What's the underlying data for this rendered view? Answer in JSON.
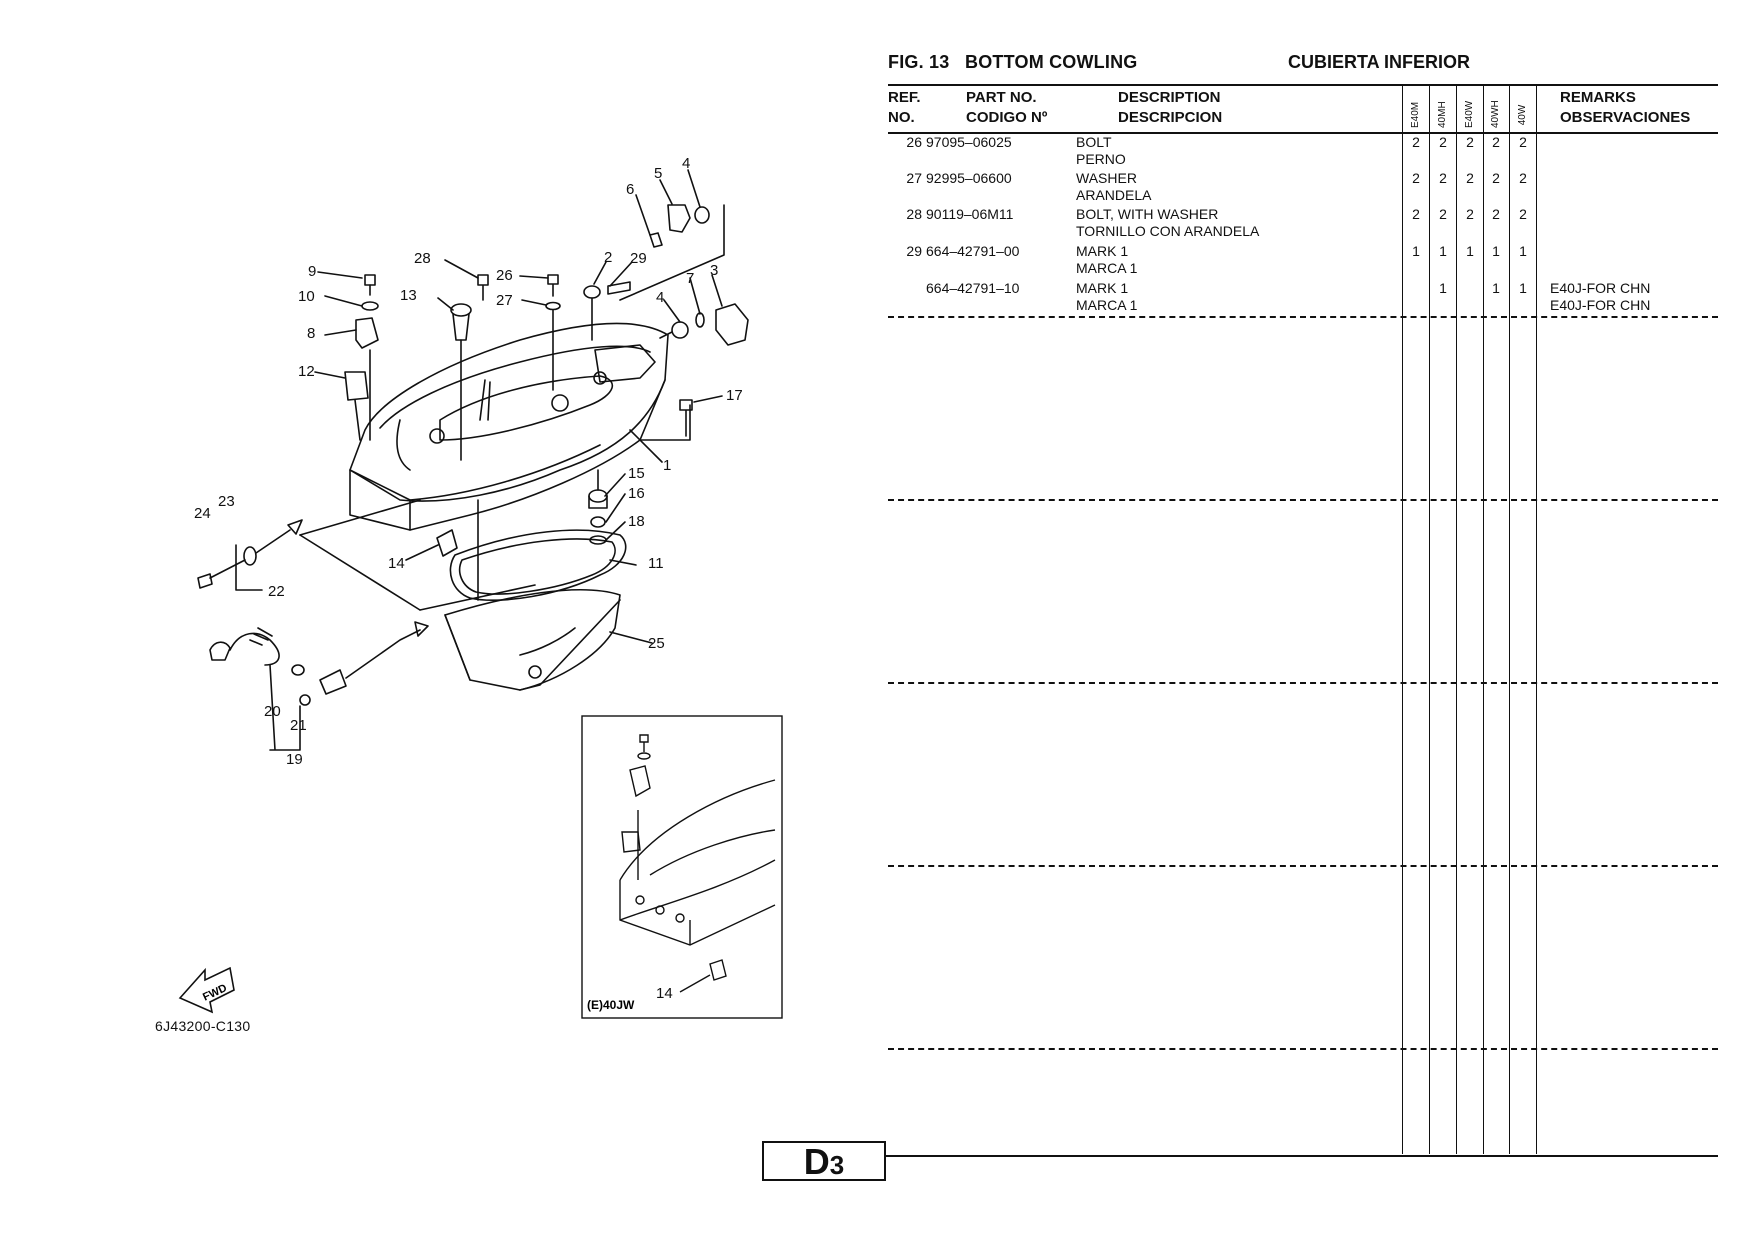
{
  "figure": {
    "number_label": "FIG.  13",
    "title": "BOTTOM COWLING",
    "title_es": "CUBIERTA INFERIOR",
    "code": "6J43200-C130",
    "fwd_label": "FWD",
    "inset_label": "(E)40JW",
    "callouts": [
      "1",
      "2",
      "3",
      "4",
      "5",
      "6",
      "7",
      "8",
      "9",
      "10",
      "11",
      "12",
      "13",
      "14",
      "15",
      "16",
      "17",
      "18",
      "19",
      "20",
      "21",
      "22",
      "23",
      "24",
      "25",
      "26",
      "27",
      "28",
      "29"
    ]
  },
  "table": {
    "headers": {
      "ref": "REF.",
      "no": "NO.",
      "part_no": "PART NO.",
      "codigo": "CODIGO Nº",
      "description": "DESCRIPTION",
      "descripcion": "DESCRIPCION",
      "remarks": "REMARKS",
      "observaciones": "OBSERVACIONES"
    },
    "models": [
      "E40M",
      "40MH",
      "E40W",
      "40WH",
      "40W"
    ],
    "rows": [
      {
        "ref": "26",
        "part_no": "97095–06025",
        "desc": "BOLT",
        "desc_es": "PERNO",
        "qty": [
          "2",
          "2",
          "2",
          "2",
          "2"
        ],
        "remarks": "",
        "remarks_es": ""
      },
      {
        "ref": "27",
        "part_no": "92995–06600",
        "desc": "WASHER",
        "desc_es": "ARANDELA",
        "qty": [
          "2",
          "2",
          "2",
          "2",
          "2"
        ],
        "remarks": "",
        "remarks_es": ""
      },
      {
        "ref": "28",
        "part_no": "90119–06M11",
        "desc": "BOLT, WITH WASHER",
        "desc_es": "TORNILLO CON ARANDELA",
        "qty": [
          "2",
          "2",
          "2",
          "2",
          "2"
        ],
        "remarks": "",
        "remarks_es": ""
      },
      {
        "ref": "29",
        "part_no": "664–42791–00",
        "desc": "MARK 1",
        "desc_es": "MARCA 1",
        "qty": [
          "1",
          "1",
          "1",
          "1",
          "1"
        ],
        "remarks": "",
        "remarks_es": ""
      },
      {
        "ref": "",
        "part_no": "664–42791–10",
        "desc": "MARK 1",
        "desc_es": "MARCA 1",
        "qty": [
          "",
          "1",
          "",
          "1",
          "1"
        ],
        "remarks": "E40J-FOR CHN",
        "remarks_es": "E40J-FOR CHN"
      }
    ]
  },
  "page": {
    "letter": "D",
    "number": "3"
  }
}
